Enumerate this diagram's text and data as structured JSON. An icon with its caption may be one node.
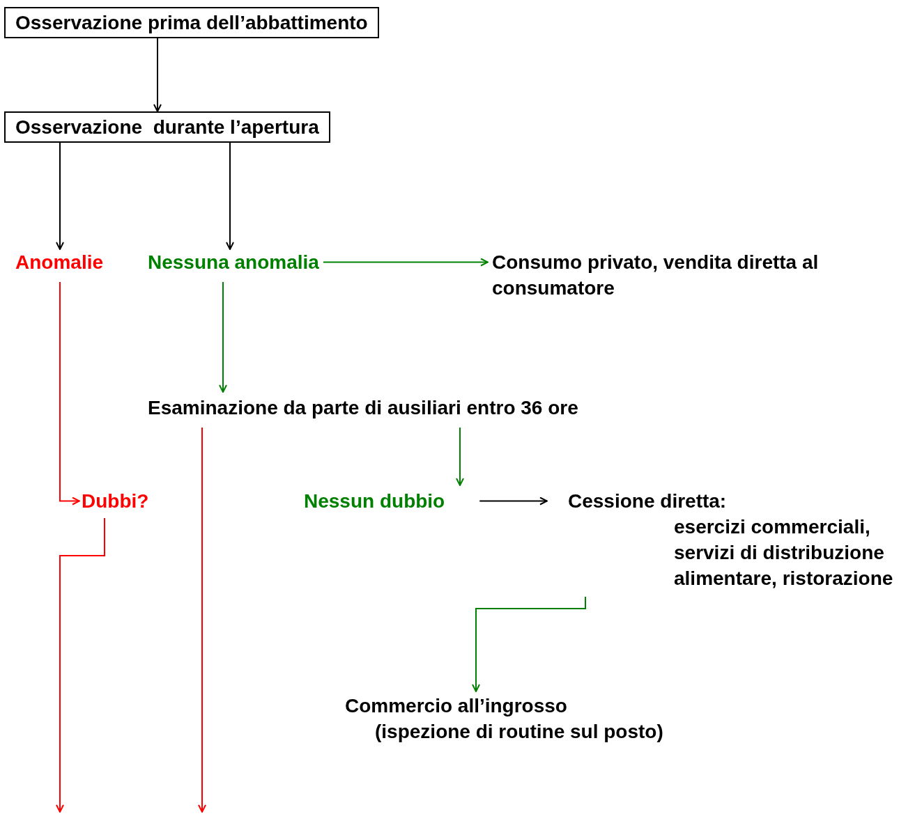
{
  "diagram": {
    "nodes": [
      {
        "text": [
          "Osservazione prima dell’abbattimento"
        ]
      },
      {
        "text": [
          "Osservazione  durante l’apertura"
        ]
      },
      {
        "text": [
          "Anomalie"
        ]
      },
      {
        "text": [
          "Nessuna anomalia"
        ]
      },
      {
        "text": [
          "Consumo privato, vendita diretta al consumatore"
        ]
      },
      {
        "text": [
          "Esaminazione da parte di ausiliari entro 36 ore"
        ]
      },
      {
        "text": [
          "Dubbi?"
        ]
      },
      {
        "text": [
          "Nessun dubbio"
        ]
      },
      {
        "text": [
          "Cessione diretta:",
          "esercizi commerciali, servizi di distribuzione alimentare, ristorazione"
        ]
      },
      {
        "text": [
          "Commercio all’ingrosso",
          "(ispezione di routine sul posto)"
        ]
      }
    ],
    "edges": [
      {
        "from": 0,
        "to": 1,
        "arrow": "to"
      },
      {
        "from": 1,
        "to": 2,
        "arrow": "to"
      },
      {
        "from": 1,
        "to": 3,
        "arrow": "to"
      },
      {
        "from": 3,
        "to": 4,
        "arrow": "to",
        "color": "#008000"
      },
      {
        "from": 2,
        "to": 6,
        "arrow": "to",
        "color": "#ff0000"
      },
      {
        "from": 3,
        "to": 5,
        "arrow": "to",
        "color": "#008000"
      },
      {
        "from": 5,
        "to": null,
        "arrow": "to",
        "color": "#ff0000"
      },
      {
        "from": 5,
        "to": 7,
        "arrow": "to",
        "color": "#008000"
      },
      {
        "from": 7,
        "to": 8,
        "arrow": "to"
      },
      {
        "from": 8,
        "to": 9,
        "arrow": "to",
        "color": "#008000"
      },
      {
        "from": 6,
        "to": null,
        "arrow": "to",
        "color": "#ff0000"
      }
    ]
  }
}
